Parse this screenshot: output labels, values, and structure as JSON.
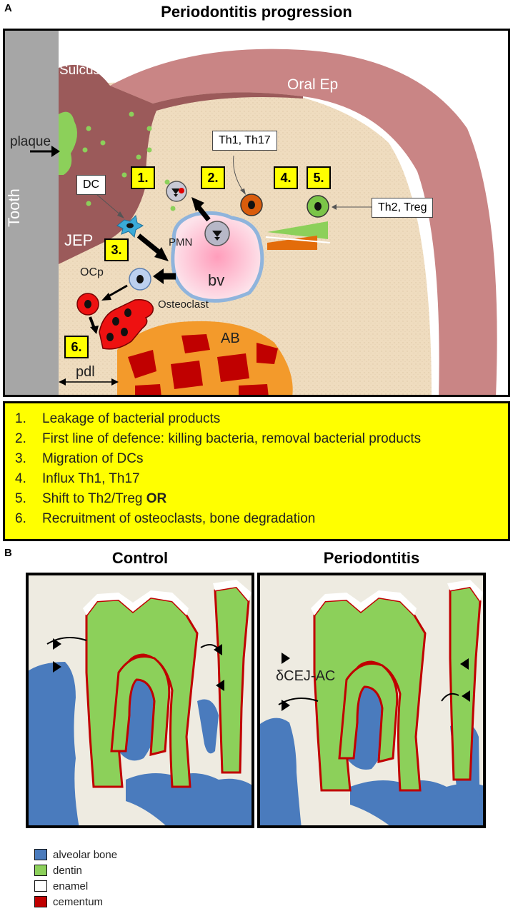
{
  "panel_a": {
    "letter": "A",
    "title": "Periodontitis progression",
    "labels": {
      "tooth": "Tooth",
      "sulcus": "Sulcus",
      "oral_ep": "Oral Ep",
      "plaque": "plaque",
      "jep": "JEP",
      "pmn": "PMN",
      "bv": "bv",
      "ocp": "OCp",
      "osteoclast": "Osteoclast",
      "ab": "AB",
      "pdl": "pdl"
    },
    "callouts": {
      "dc": "DC",
      "th1_th17": "Th1, Th17",
      "th2_treg": "Th2, Treg"
    },
    "markers": [
      "1.",
      "2.",
      "3.",
      "4.",
      "5.",
      "6."
    ],
    "steps": [
      {
        "n": "1.",
        "text": "Leakage of bacterial products"
      },
      {
        "n": "2.",
        "text": "First line of defence: killing bacteria, removal bacterial products"
      },
      {
        "n": "3.",
        "text": "Migration of DCs"
      },
      {
        "n": "4.",
        "text": "Influx Th1, Th17"
      },
      {
        "n": "5.",
        "text": "Shift to Th2/Treg ",
        "bold": "OR"
      },
      {
        "n": "6.",
        "text": "Recruitment of osteoclasts, bone degradation"
      }
    ]
  },
  "panel_b": {
    "letter": "B",
    "control_title": "Control",
    "perio_title": "Periodontitis",
    "annotation": "δCEJ-AC",
    "legend": [
      {
        "label": "alveolar bone",
        "color": "#4a7bbd"
      },
      {
        "label": "dentin",
        "color": "#8cd05a"
      },
      {
        "label": "enamel",
        "color": "#ffffff"
      },
      {
        "label": "cementum",
        "color": "#c00000"
      }
    ]
  },
  "colors": {
    "tissue": "#f0dcbf",
    "gingiva": "#9b5a5a",
    "oral_ep": "#c98585",
    "tooth": "#a6a6a6",
    "bone": "#f39a2b",
    "bone_marrow": "#c00000",
    "highlight": "#ffff00",
    "section_bg": "#eeebe1"
  }
}
